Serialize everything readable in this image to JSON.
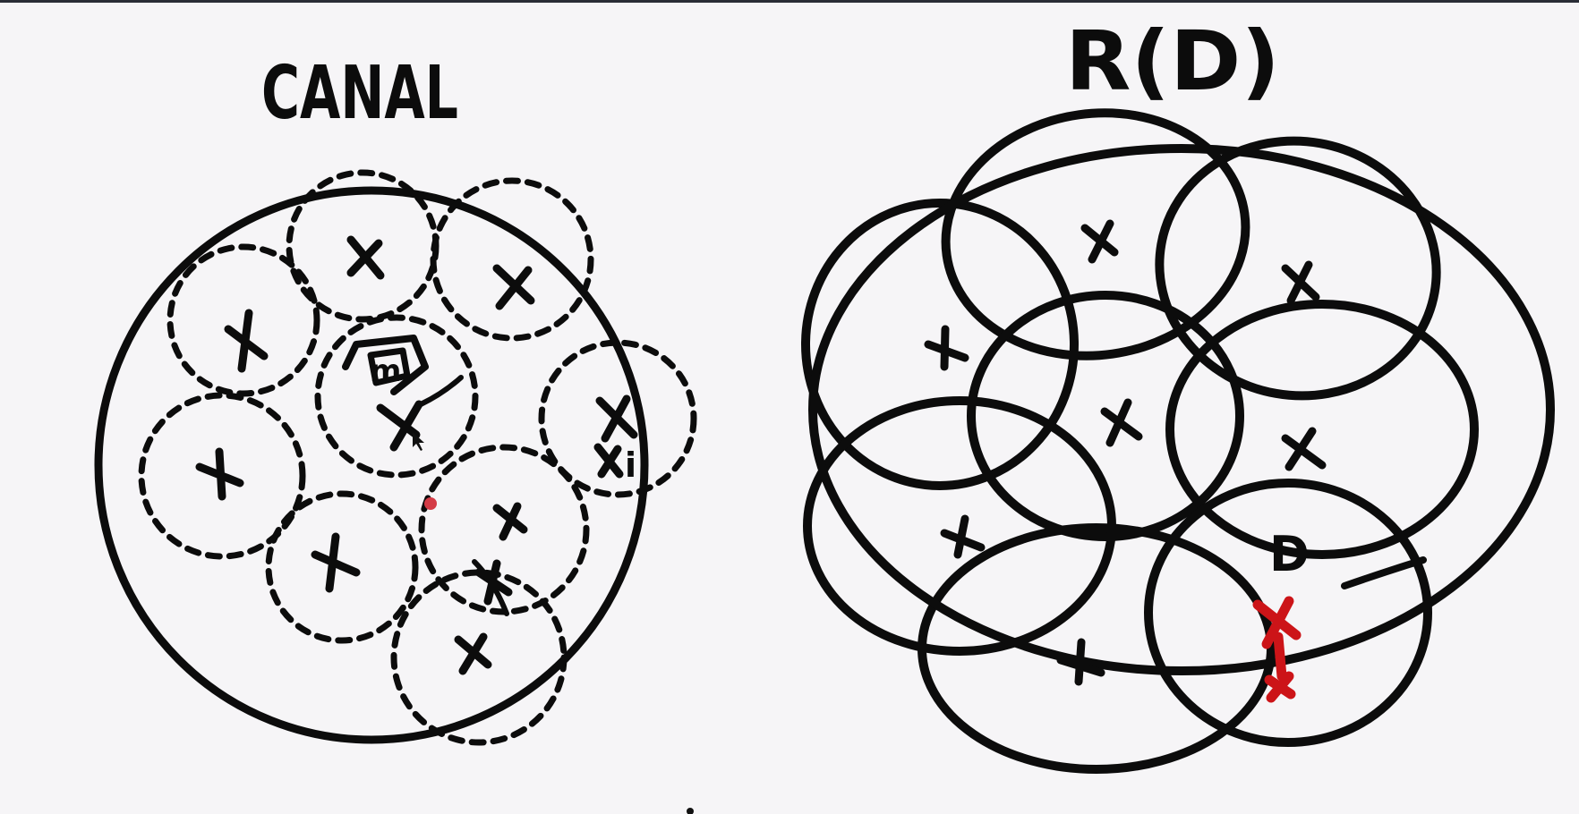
{
  "diagram": {
    "left": {
      "title": "CANAL",
      "center_label": "m",
      "point_label": "x",
      "sub_label": "i",
      "ink_color": "#0c0c0c"
    },
    "right": {
      "title": "R(D)",
      "point_label": "x",
      "region_label": "D",
      "ink_color": "#0c0c0c",
      "highlight_color": "#cc1418"
    },
    "background": "#f6f5f7"
  }
}
